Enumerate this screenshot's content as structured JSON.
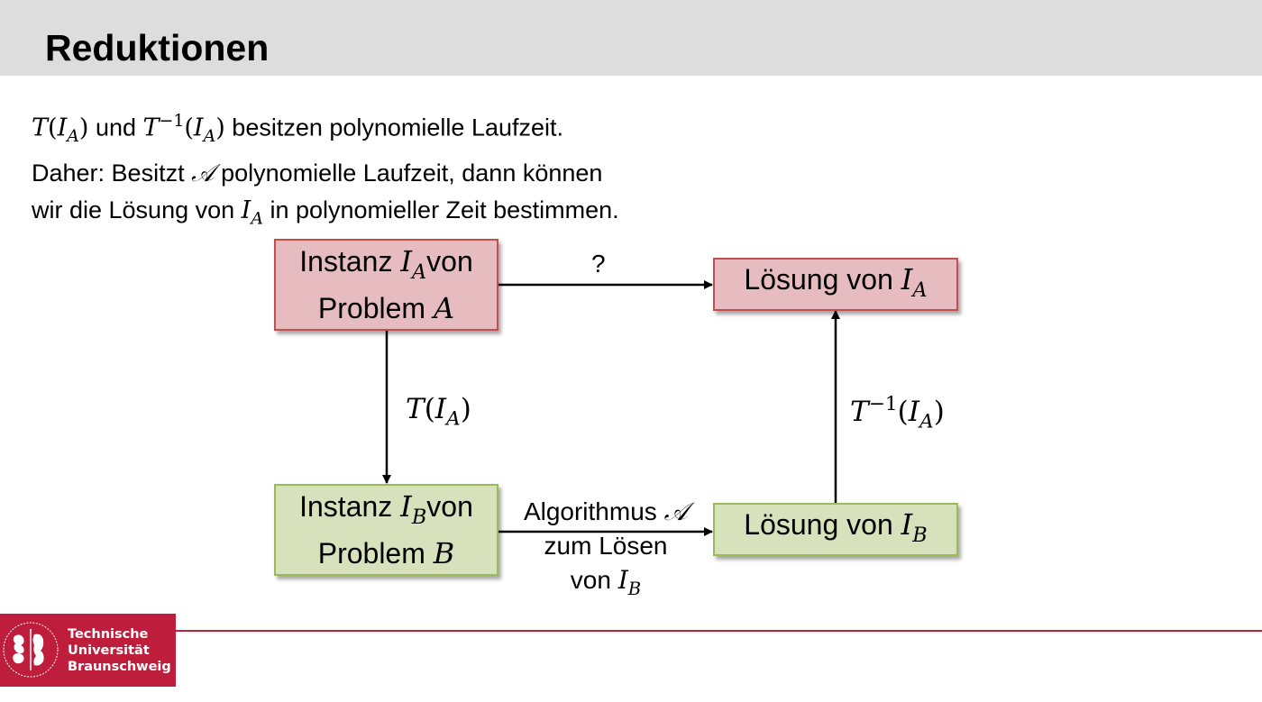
{
  "header": {
    "title": "Reduktionen",
    "background": "#dddddd"
  },
  "body": {
    "line1": {
      "t1": "T",
      "open1": "(",
      "i1": "I",
      "i1_sub": "A",
      "close1": ")",
      "und": " und ",
      "t2": "T",
      "t2_sup": "−1",
      "open2": "(",
      "i2": "I",
      "i2_sub": "A",
      "close2": ")",
      "rest": " besitzen polynomielle Laufzeit."
    },
    "line2": {
      "pre": "Daher: Besitzt ",
      "algo": "𝒜",
      "post": " polynomielle Laufzeit, dann können"
    },
    "line3": {
      "pre": "wir die Lösung von ",
      "i": "I",
      "i_sub": "A",
      "post": " in polynomieller Zeit bestimmen."
    }
  },
  "diagram": {
    "box_instance_a": {
      "line1_pre": "Instanz ",
      "var": "I",
      "var_sub": "A",
      "line1_post": "von",
      "line2_pre": "Problem ",
      "line2_var": "A",
      "fill": "#e6bcc1",
      "border": "#c0504d"
    },
    "box_solution_a": {
      "pre": "Lösung von ",
      "var": "I",
      "var_sub": "A",
      "fill": "#e6bcc1",
      "border": "#c0504d"
    },
    "box_instance_b": {
      "line1_pre": "Instanz ",
      "var": "I",
      "var_sub": "B",
      "line1_post": "von",
      "line2_pre": "Problem ",
      "line2_var": "B",
      "fill": "#d7e2bc",
      "border": "#9bbb59"
    },
    "box_solution_b": {
      "pre": "Lösung von ",
      "var": "I",
      "var_sub": "B",
      "fill": "#d7e2bc",
      "border": "#9bbb59"
    },
    "edge_question": "?",
    "edge_transform": {
      "t": "T",
      "open": "(",
      "i": "I",
      "i_sub": "A",
      "close": ")"
    },
    "edge_inverse": {
      "t": "T",
      "sup": "−1",
      "open": "(",
      "i": "I",
      "i_sub": "A",
      "close": ")"
    },
    "edge_algorithm": {
      "line1_pre": "Algorithmus ",
      "line1_algo": "𝒜",
      "line2": "zum Lösen",
      "line3_pre": "von ",
      "line3_var": "I",
      "line3_sub": "B"
    }
  },
  "footer": {
    "logo_lines": [
      "Technische",
      "Universität",
      "Braunschweig"
    ],
    "logo_color": "#be1e3c",
    "line_color": "#c1203b"
  }
}
